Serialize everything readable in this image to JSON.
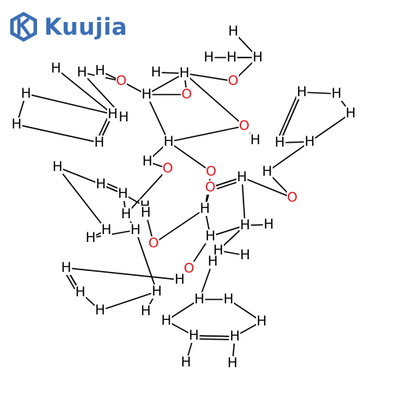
{
  "logo": {
    "text": "Kuujia",
    "brand_color": "#3b6fb6",
    "icon": "hexagon-k-logo-icon"
  },
  "molecule": {
    "atom_colors": {
      "C": "#000000",
      "H": "#000000",
      "O": "#e8141c"
    },
    "atoms": [
      {
        "el": "H"
      },
      {
        "el": "H"
      },
      {
        "el": "H"
      },
      {
        "el": "O"
      },
      {
        "el": "H"
      },
      {
        "el": "H"
      },
      {
        "el": "H"
      },
      {
        "el": "H"
      },
      {
        "el": "H"
      },
      {
        "el": "H"
      },
      {
        "el": "O"
      },
      {
        "el": "O"
      },
      {
        "el": "H"
      },
      {
        "el": "H"
      },
      {
        "el": "H"
      },
      {
        "el": "H"
      },
      {
        "el": "O"
      },
      {
        "el": "H"
      },
      {
        "el": "H"
      },
      {
        "el": "H"
      },
      {
        "el": "H"
      },
      {
        "el": "H"
      },
      {
        "el": "H"
      },
      {
        "el": "H"
      },
      {
        "el": "H"
      },
      {
        "el": "H"
      },
      {
        "el": "O"
      },
      {
        "el": "H"
      },
      {
        "el": "O"
      },
      {
        "el": "H"
      },
      {
        "el": "O"
      },
      {
        "el": "H"
      },
      {
        "el": "H"
      },
      {
        "el": "H"
      },
      {
        "el": "O"
      },
      {
        "el": "H"
      },
      {
        "el": "H"
      },
      {
        "el": "H"
      },
      {
        "el": "H"
      },
      {
        "el": "O"
      },
      {
        "el": "H"
      },
      {
        "el": "H"
      },
      {
        "el": "H"
      },
      {
        "el": "H"
      },
      {
        "el": "H"
      },
      {
        "el": "O"
      },
      {
        "el": "H"
      },
      {
        "el": "H"
      },
      {
        "el": "H"
      },
      {
        "el": "H"
      },
      {
        "el": "H"
      },
      {
        "el": "H"
      },
      {
        "el": "H"
      },
      {
        "el": "H"
      },
      {
        "el": "H"
      },
      {
        "el": "H"
      },
      {
        "el": "H"
      },
      {
        "el": "H"
      },
      {
        "el": "H"
      },
      {
        "el": "H"
      },
      {
        "el": "H"
      },
      {
        "el": "H"
      },
      {
        "el": "H"
      },
      {
        "el": "H"
      },
      {
        "el": "H"
      }
    ]
  }
}
